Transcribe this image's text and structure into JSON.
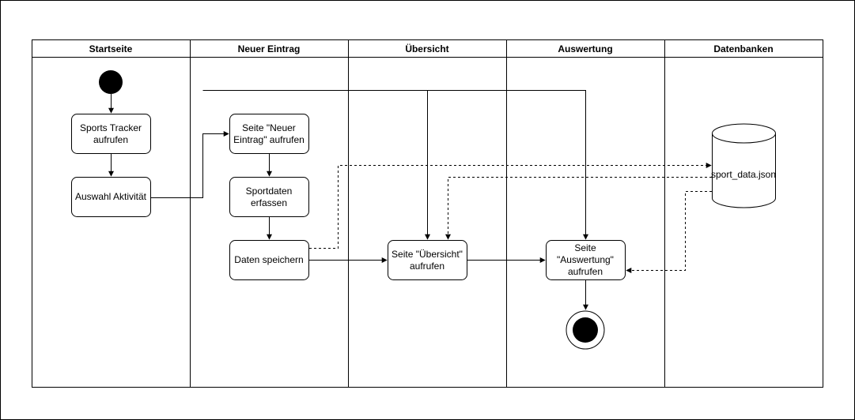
{
  "lanes": [
    {
      "id": "startseite",
      "title": "Startseite"
    },
    {
      "id": "neuer_eintrag",
      "title": "Neuer Eintrag"
    },
    {
      "id": "uebersicht",
      "title": "Übersicht"
    },
    {
      "id": "auswertung",
      "title": "Auswertung"
    },
    {
      "id": "datenbanken",
      "title": "Datenbanken"
    }
  ],
  "nodes": {
    "sports_tracker": [
      "Sports Tracker",
      "aufrufen"
    ],
    "auswahl": [
      "Auswahl Aktivität"
    ],
    "seite_neuer_eintrag": [
      "Seite \"Neuer",
      "Eintrag\" aufrufen"
    ],
    "sportdaten": [
      "Sportdaten",
      "erfassen"
    ],
    "daten_speichern": [
      "Daten speichern"
    ],
    "seite_uebersicht": [
      "Seite \"Übersicht\"",
      "aufrufen"
    ],
    "seite_auswertung": [
      "Seite",
      "\"Auswertung\"",
      "aufrufen"
    ],
    "database": [
      "sport_data.json"
    ]
  },
  "colors": {
    "stroke": "#000000",
    "fill": "#ffffff"
  }
}
